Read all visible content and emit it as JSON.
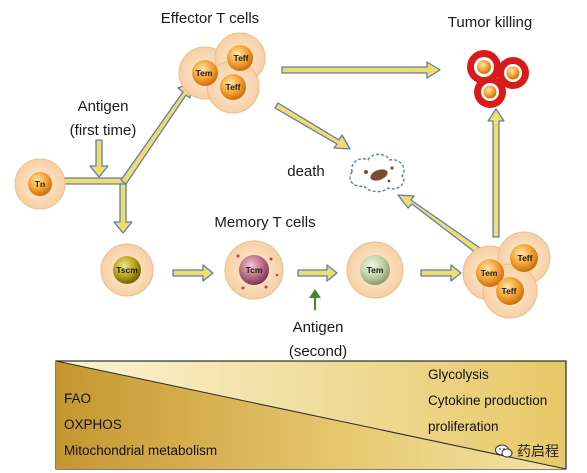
{
  "labels": {
    "effector": "Effector T cells",
    "tumor_killing": "Tumor killing",
    "antigen_first_1": "Antigen",
    "antigen_first_2": "(first time)",
    "death": "death",
    "memory": "Memory T cells",
    "antigen_second_1": "Antigen",
    "antigen_second_2": "(second)"
  },
  "cells": {
    "tn": "Tn",
    "tscm": "Tscm",
    "tcm": "Tcm",
    "tem": "Tem",
    "teff": "Teff",
    "tem_partial": "Tem"
  },
  "metabolism": {
    "left": [
      "FAO",
      "OXPHOS",
      "Mitochondrial metabolism"
    ],
    "right": [
      "Glycolysis",
      "Cytokine production",
      "proliferation"
    ]
  },
  "watermark": "药启程",
  "colors": {
    "arrow_fill": "#f2dc6a",
    "arrow_stroke": "#5a7fb5",
    "cell_halo": "#fbe1c3",
    "cell_core": "#f39a2a",
    "tumor_red": "#d91b1b",
    "gradient_gold": "#d3a640",
    "antigen_arrow": "#3e8a2e"
  },
  "icons": [
    "wechat-icon"
  ]
}
